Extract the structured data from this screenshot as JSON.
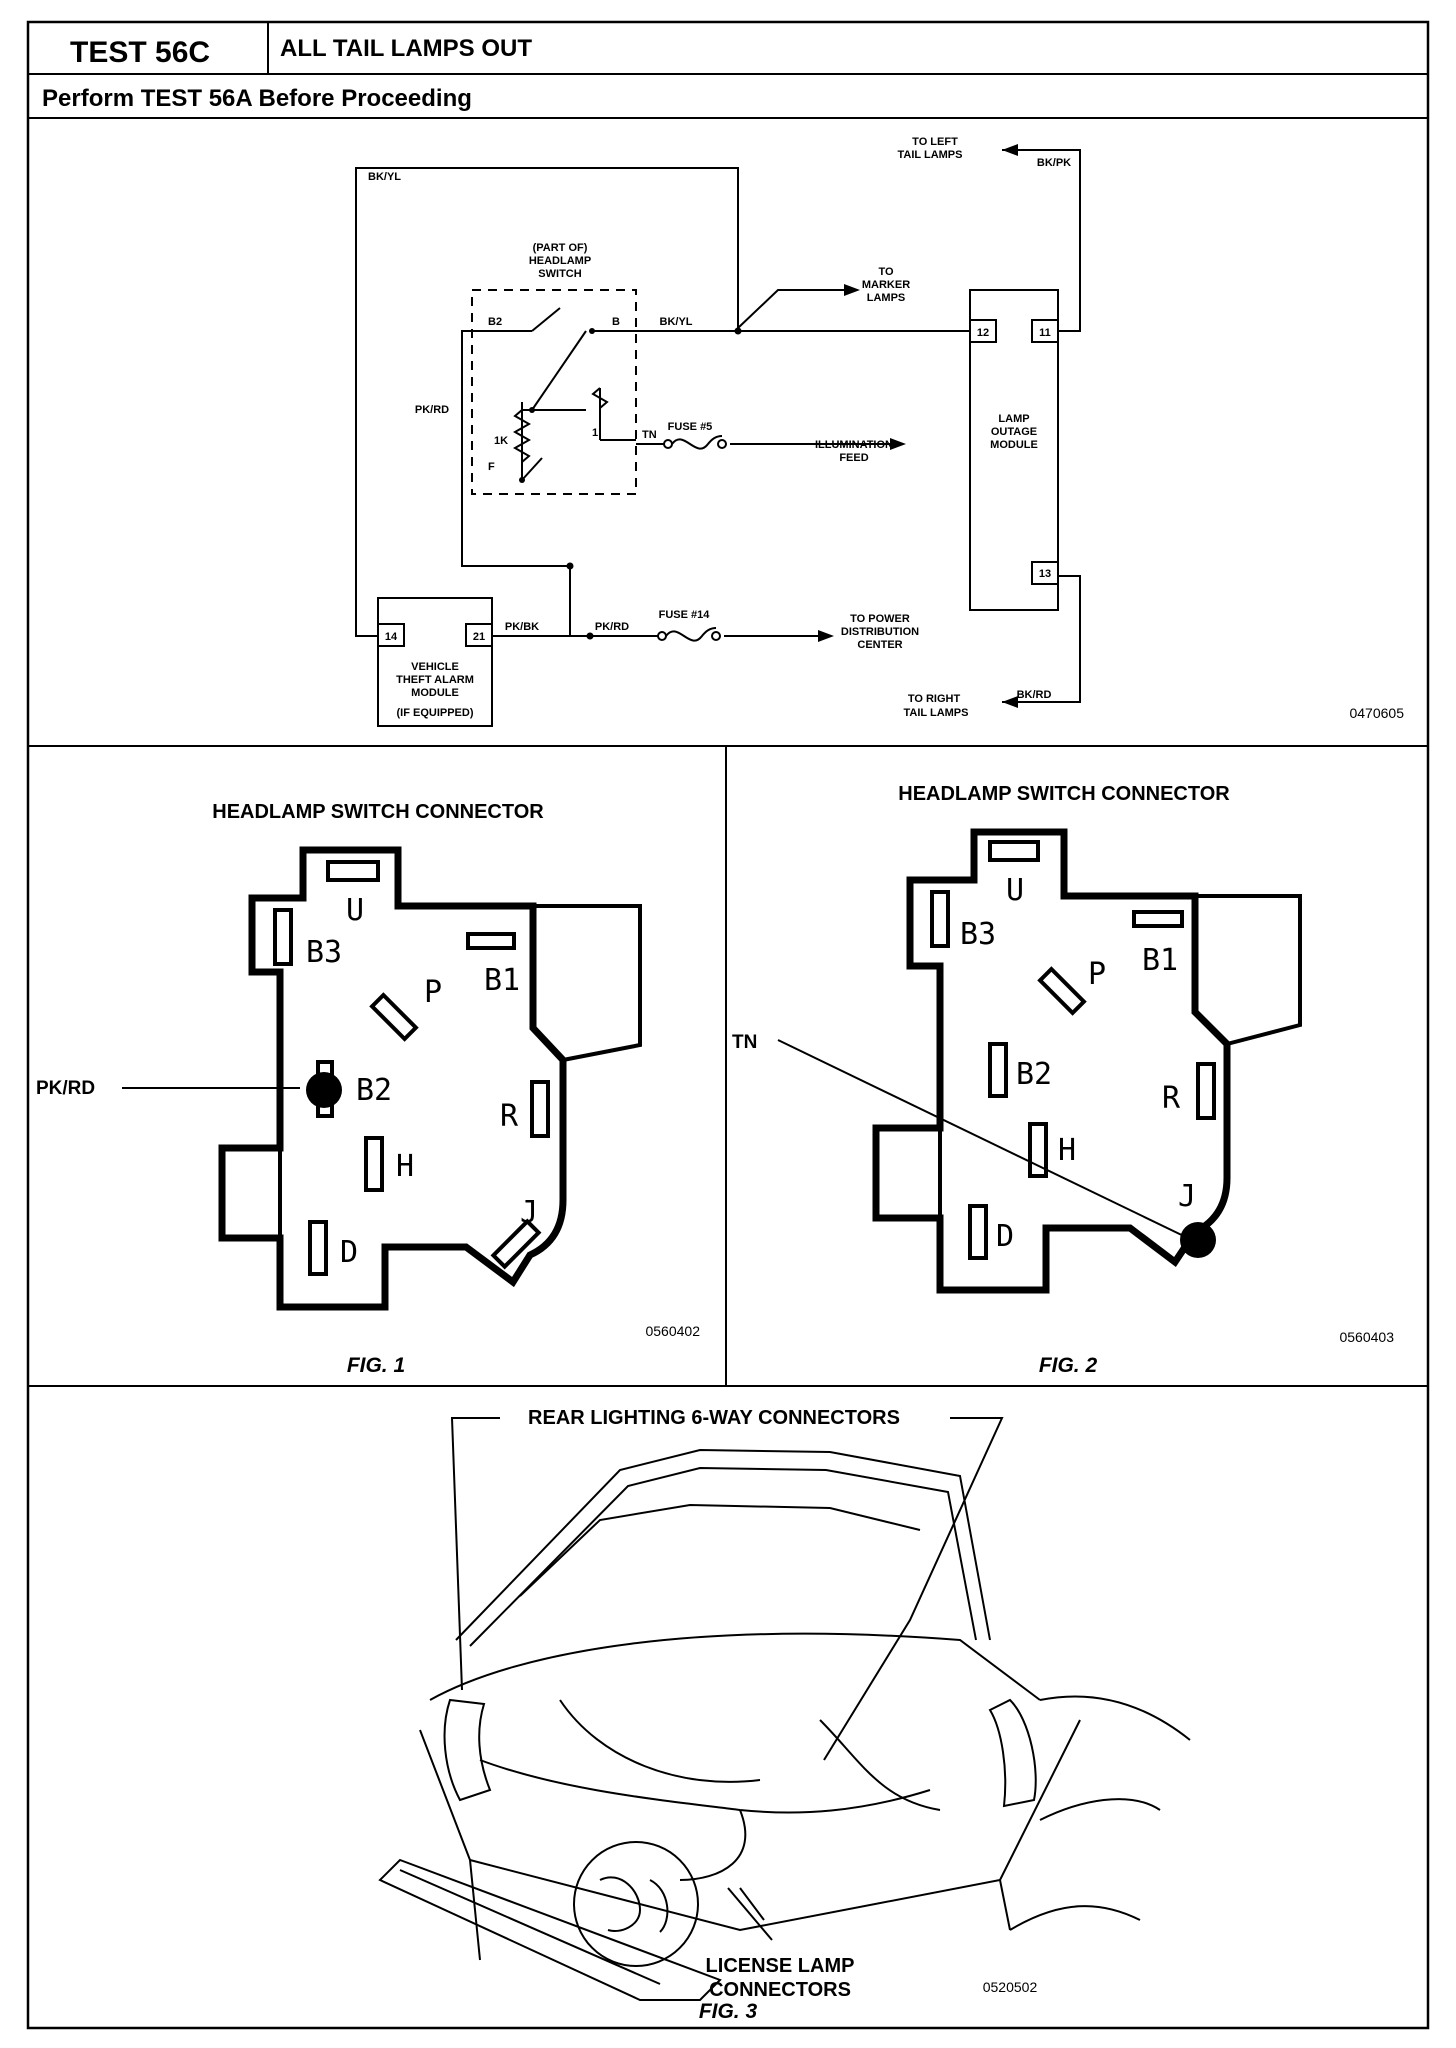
{
  "header": {
    "test_id": "TEST 56C",
    "test_title": "ALL TAIL LAMPS OUT",
    "precondition": "Perform TEST 56A Before Proceeding"
  },
  "schematic": {
    "to_left_tail_lamps_1": "TO LEFT",
    "to_left_tail_lamps_2": "TAIL LAMPS",
    "wire_bk_pk": "BK/PK",
    "wire_bk_yl_left": "BK/YL",
    "switch_part_of": "(PART OF)",
    "switch_headlamp": "HEADLAMP",
    "switch_switch": "SWITCH",
    "to_marker_1": "TO",
    "to_marker_2": "MARKER",
    "to_marker_3": "LAMPS",
    "pin_b2": "B2",
    "pin_b": "B",
    "wire_bk_yl_mid": "BK/YL",
    "pin_12": "12",
    "pin_11": "11",
    "wire_pk_rd_left": "PK/RD",
    "res_1k": "1K",
    "res_f": "F",
    "res_1": "1",
    "wire_tn": "TN",
    "fuse5_label": "FUSE #5",
    "illumination_1": "ILLUMINATION",
    "illumination_2": "FEED",
    "lom_1": "LAMP",
    "lom_2": "OUTAGE",
    "lom_3": "MODULE",
    "pin_13": "13",
    "pin_14": "14",
    "pin_21": "21",
    "wire_pk_bk": "PK/BK",
    "wire_pk_rd_mid": "PK/RD",
    "fuse14_label": "FUSE #14",
    "to_power_1": "TO POWER",
    "to_power_2": "DISTRIBUTION",
    "to_power_3": "CENTER",
    "vtam_1": "VEHICLE",
    "vtam_2": "THEFT ALARM",
    "vtam_3": "MODULE",
    "vtam_4": "(IF EQUIPPED)",
    "to_right_1": "TO RIGHT",
    "to_right_2": "TAIL LAMPS",
    "wire_bk_rd": "BK/RD",
    "figure_code": "0470605"
  },
  "fig1": {
    "title": "HEADLAMP SWITCH CONNECTOR",
    "pins": {
      "u": "U",
      "b3": "B3",
      "b1": "B1",
      "p": "P",
      "b2": "B2",
      "r": "R",
      "h": "H",
      "d": "D",
      "j": "J"
    },
    "callout": "PK/RD",
    "code": "0560402",
    "caption": "FIG. 1"
  },
  "fig2": {
    "title": "HEADLAMP SWITCH CONNECTOR",
    "pins": {
      "u": "U",
      "b3": "B3",
      "b1": "B1",
      "p": "P",
      "b2": "B2",
      "r": "R",
      "h": "H",
      "d": "D",
      "j": "J"
    },
    "callout": "TN",
    "code": "0560403",
    "caption": "FIG. 2"
  },
  "fig3": {
    "callout_top": "REAR LIGHTING 6-WAY CONNECTORS",
    "callout_bottom_1": "LICENSE LAMP",
    "callout_bottom_2": "CONNECTORS",
    "code": "0520502",
    "caption": "FIG. 3"
  }
}
